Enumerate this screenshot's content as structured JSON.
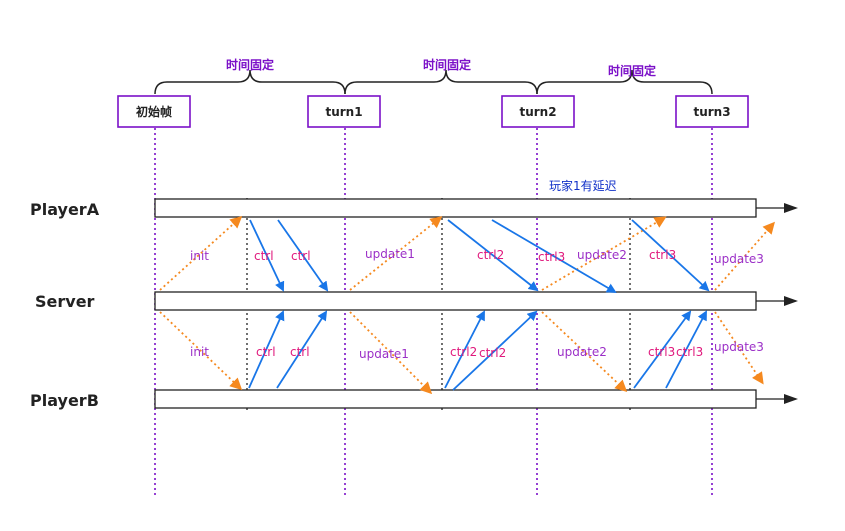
{
  "colors": {
    "turn_purple": "#7b10c8",
    "ctrl_pink": "#e0197d",
    "update_purple": "#9b2fc7",
    "blue_arrow": "#1976e8",
    "orange_arrow": "#f5891f",
    "delay_blue": "#1030c8",
    "dark": "#222222"
  },
  "brace_labels": [
    "时间固定",
    "时间固定",
    "时间固定"
  ],
  "turns": [
    "初始帧",
    "turn1",
    "turn2",
    "turn3"
  ],
  "players": [
    "PlayerA",
    "Server",
    "PlayerB"
  ],
  "delay_note": "玩家1有延迟",
  "labels": {
    "init_top": "init",
    "init_bottom": "init",
    "ctrl": "ctrl",
    "ctrl2": "ctrl2",
    "ctrl3": "ctrl3",
    "update1": "update1",
    "update2": "update2",
    "update3": "update3"
  }
}
